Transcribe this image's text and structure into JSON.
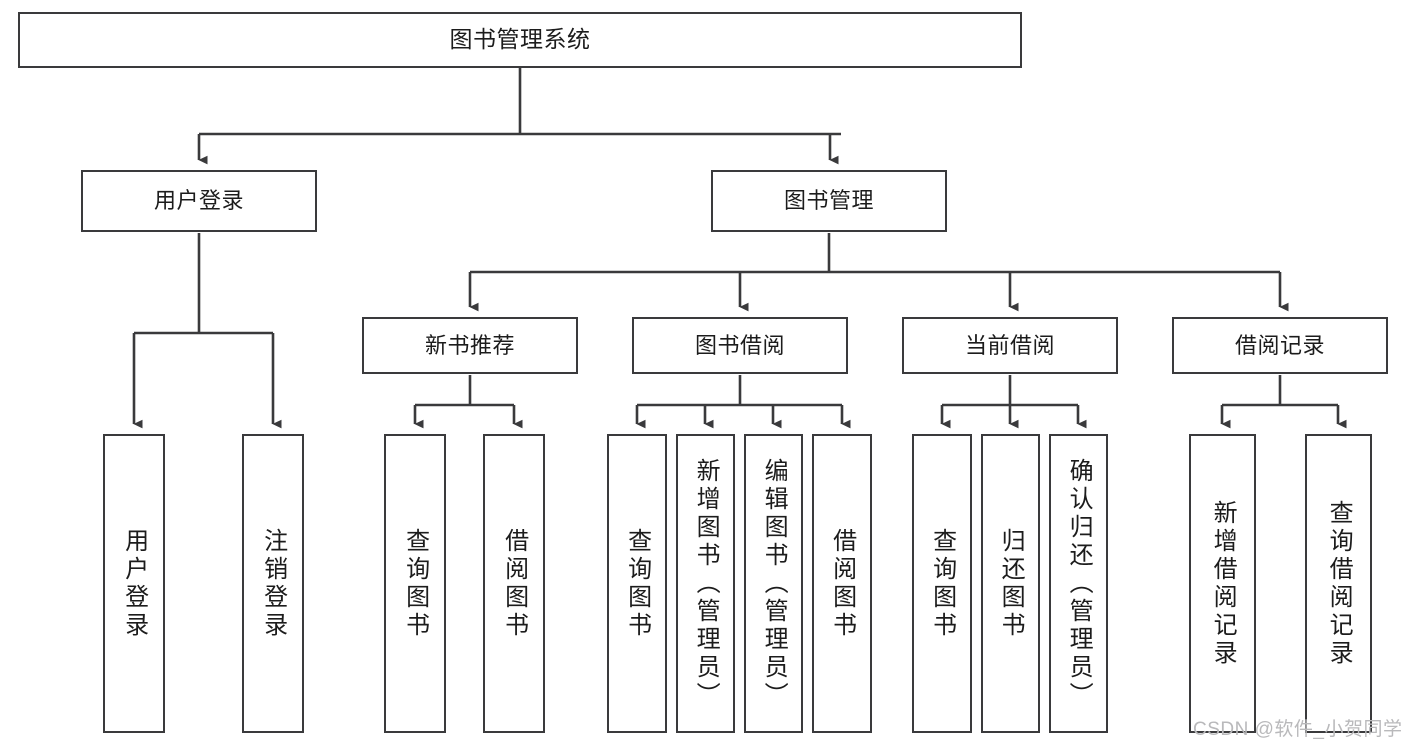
{
  "diagram": {
    "type": "tree-hierarchy-chart",
    "title": "图书管理系统",
    "stroke_color": "#3a3a3c",
    "fill_color": "#ffffff",
    "text_color": "#1c1c1c",
    "root": {
      "label": "图书管理系统"
    },
    "level2": [
      {
        "label": "用户登录"
      },
      {
        "label": "图书管理"
      }
    ],
    "level3": [
      {
        "label": "新书推荐"
      },
      {
        "label": "图书借阅"
      },
      {
        "label": "当前借阅"
      },
      {
        "label": "借阅记录"
      }
    ],
    "leaves": {
      "user_login": [
        {
          "label": "用户登录"
        },
        {
          "label": "注销登录"
        }
      ],
      "new_book_recommend": [
        {
          "label": "查询图书"
        },
        {
          "label": "借阅图书"
        }
      ],
      "book_borrow": [
        {
          "label": "查询图书"
        },
        {
          "label": "新增图书（管理员）"
        },
        {
          "label": "编辑图书（管理员）"
        },
        {
          "label": "借阅图书"
        }
      ],
      "current_borrow": [
        {
          "label": "查询图书"
        },
        {
          "label": "归还图书"
        },
        {
          "label": "确认归还（管理员）"
        }
      ],
      "borrow_record": [
        {
          "label": "新增借阅记录"
        },
        {
          "label": "查询借阅记录"
        }
      ]
    }
  },
  "watermark": {
    "text": "CSDN @软件_小贺同学",
    "color": "#b9b9bb"
  }
}
